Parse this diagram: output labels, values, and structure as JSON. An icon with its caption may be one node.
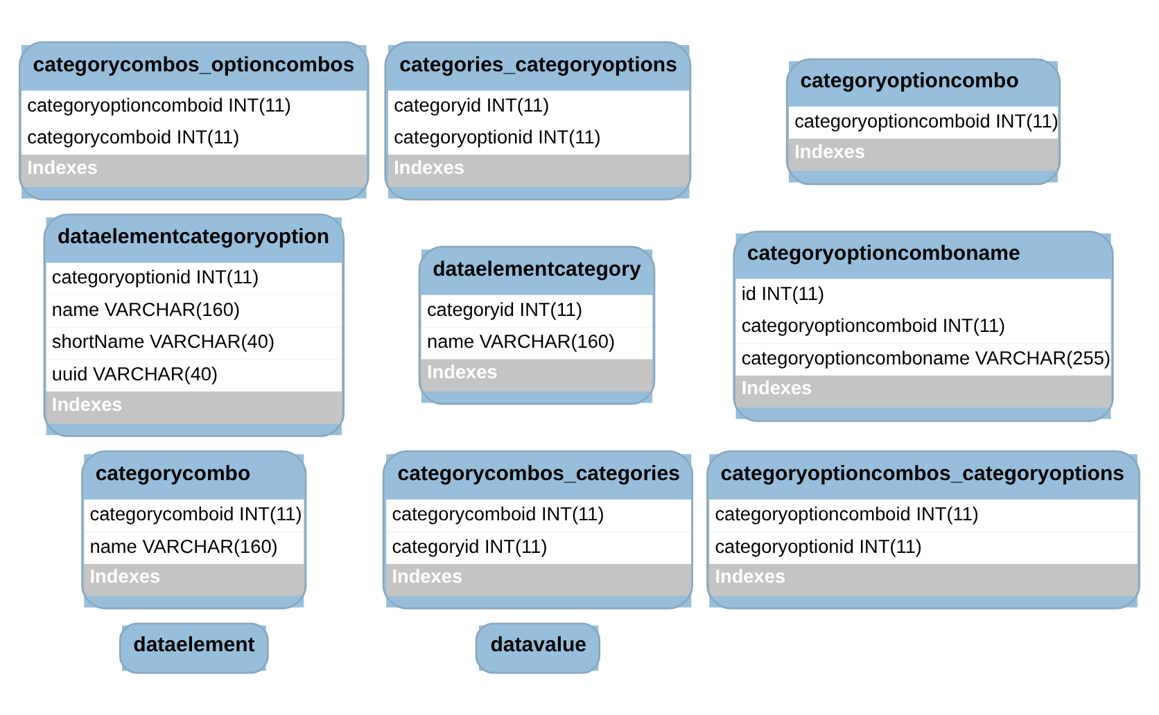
{
  "diagram": {
    "nodes": [
      {
        "text": [
          "categorycombos_optioncombos",
          "categoryoptioncomboid INT(11)",
          "categorycomboid INT(11)",
          "Indexes"
        ]
      },
      {
        "text": [
          "categories_categoryoptions",
          "categoryid INT(11)",
          "categoryoptionid INT(11)",
          "Indexes"
        ]
      },
      {
        "text": [
          "categoryoptioncombo",
          "categoryoptioncomboid INT(11)",
          "Indexes"
        ]
      },
      {
        "text": [
          "dataelementcategoryoption",
          "categoryoptionid INT(11)",
          "name VARCHAR(160)",
          "shortName VARCHAR(40)",
          "uuid VARCHAR(40)",
          "Indexes"
        ]
      },
      {
        "text": [
          "dataelementcategory",
          "categoryid INT(11)",
          "name VARCHAR(160)",
          "Indexes"
        ]
      },
      {
        "text": [
          "categoryoptioncomboname",
          "id INT(11)",
          "categoryoptioncomboid INT(11)",
          "categoryoptioncomboname VARCHAR(255)",
          "Indexes"
        ]
      },
      {
        "text": [
          "categorycombo",
          "categorycomboid INT(11)",
          "name VARCHAR(160)",
          "Indexes"
        ]
      },
      {
        "text": [
          "categorycombos_categories",
          "categorycomboid INT(11)",
          "categoryid INT(11)",
          "Indexes"
        ]
      },
      {
        "text": [
          "categoryoptioncombos_categoryoptions",
          "categoryoptioncomboid INT(11)",
          "categoryoptionid INT(11)",
          "Indexes"
        ]
      },
      {
        "text": [
          "dataelement"
        ]
      },
      {
        "text": [
          "datavalue"
        ]
      }
    ],
    "edges": []
  }
}
